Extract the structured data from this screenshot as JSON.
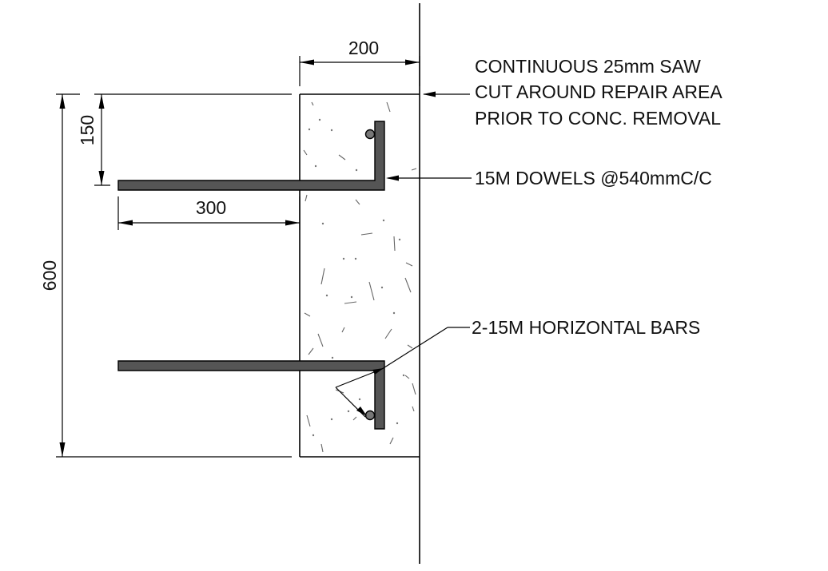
{
  "dimensions": {
    "top_width": "200",
    "dowel_offset": "150",
    "embed_length": "300",
    "total_height": "600"
  },
  "notes": {
    "saw_cut": [
      "CONTINUOUS 25mm SAW",
      "CUT AROUND REPAIR AREA",
      "PRIOR TO CONC. REMOVAL"
    ],
    "dowels": "15M DOWELS @540mmC/C",
    "horizontal_bars": "2-15M HORIZONTAL BARS"
  },
  "colors": {
    "line": "#000000",
    "rebar_fill": "#555555",
    "aggregate": "#666666"
  }
}
